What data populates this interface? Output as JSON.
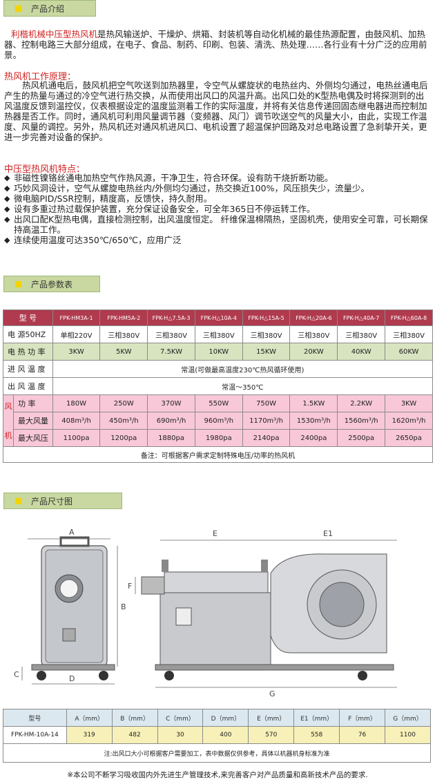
{
  "sections": {
    "intro_label": "产品介绍",
    "params_label": "产品参数表",
    "dims_label": "产品尺寸图"
  },
  "intro": {
    "highlight": "利楷机械中压型热风机",
    "text": "是热风输送炉、干燥炉、烘箱、封装机等自动化机械的最佳热源配置，由鼓风机、加热器、控制电路三大部分组成，在电子、食品、制药、印刷、包装、清洗、热处理……各行业有十分广泛的应用前景。"
  },
  "principle": {
    "title": "热风机工作原理：",
    "text": "热风机通电后，鼓风机把空气吹送到加热器里，令空气从螺旋状的电热丝内、外侧均匀通过，电热丝通电后产生的热量与通过的冷空气进行热交换，从而使用出风口的风温升高。出风口处的K型热电偶及时将探测到的出风温度反馈到温控仪，仪表根据设定的温度监测着工作的实际温度，并将有关信息传递回固态继电器进而控制加热器是否工作。同时，通风机可利用风量调节器（变频器、风门）调节吹送空气的风量大小，由此，实现工作温度、风量的调控。另外，热风机还对通风机进风口、电机设置了超温保护回路及对总电路设置了急刹挚开关，更进一步完善对设备的保护。"
  },
  "features": {
    "title": "中压型热风机特点：",
    "items": [
      "非磁性镍铬丝通电加热空气作热风源，干净卫生，符合环保。设有防干烧折断功能。",
      "巧妙风洞设计，空气从螺旋电热丝内/外侧均匀通过，热交换近100%，风压损失少，流量少。",
      "微电脑PID/SSR控制，精度高，反馈快，持久耐用。",
      "设有多重过热过载保护装置，充分保证设备安全，可全年365日不停运转工作。",
      "出风口配K型热电偶，直接检测控制，出风温度恒定。 纤维保温棉隔热，坚固机壳，使用安全可靠，可长期保持高温工作。",
      "连续使用温度可达350℃/650℃，应用广泛"
    ]
  },
  "params": {
    "model_label": "型  号",
    "models": [
      "FPK-HM3A-1",
      "FPK-HM5A-2",
      "FPK-H△7.5A-3",
      "FPK-H△10A-4",
      "FPK-H△15A-5",
      "FPK-H△20A-6",
      "FPK-H△40A-7",
      "FPK-H△60A-8"
    ],
    "power_label": "电 源50HZ",
    "power": [
      "单相220V",
      "三相380V",
      "三相380V",
      "三相380V",
      "三相380V",
      "三相380V",
      "三相380V",
      "三相380V"
    ],
    "heat_label": "电 热 功 率",
    "heat": [
      "3KW",
      "5KW",
      "7.5KW",
      "10KW",
      "15KW",
      "20KW",
      "40KW",
      "60KW"
    ],
    "in_temp_label": "进 风 温 度",
    "in_temp": "常温(可做最高温度230℃热风循环使用)",
    "out_temp_label": "出 风 温 度",
    "out_temp": "常温～350℃",
    "fan_label_1": "风",
    "fan_label_2": "机",
    "fan_power_label": "功  率",
    "fan_power": [
      "180W",
      "250W",
      "370W",
      "550W",
      "750W",
      "1.5KW",
      "2.2KW",
      "3KW"
    ],
    "max_flow_label": "最大风量",
    "max_flow": [
      "408m³/h",
      "450m³/h",
      "690m³/h",
      "960m³/h",
      "1170m³/h",
      "1530m³/h",
      "1560m³/h",
      "1620m³/h"
    ],
    "max_press_label": "最大风压",
    "max_press": [
      "1100pa",
      "1200pa",
      "1880pa",
      "1980pa",
      "2140pa",
      "2400pa",
      "2500pa",
      "2650pa"
    ],
    "note": "备注：可根据客户需求定制特殊电压/功率的热风机"
  },
  "drawing": {
    "labels": [
      "A",
      "B",
      "C",
      "D",
      "E",
      "E1",
      "F",
      "G"
    ]
  },
  "dims": {
    "headers": [
      "型号",
      "A（mm）",
      "B（mm）",
      "C（mm）",
      "D（mm）",
      "E（mm）",
      "E1（mm）",
      "F（mm）",
      "G（mm）"
    ],
    "row": [
      "FPK-HM-10A-14",
      "319",
      "482",
      "30",
      "400",
      "570",
      "558",
      "76",
      "1100"
    ],
    "note": "注:出风口大小可根据客户需要加工，表中数据仅供参考，具体以机器机身标准为准"
  },
  "footer": "※本公司不断学习吸收国内外先进生产管理技术,来完善客户对产品质量和高新技术产品的要求."
}
